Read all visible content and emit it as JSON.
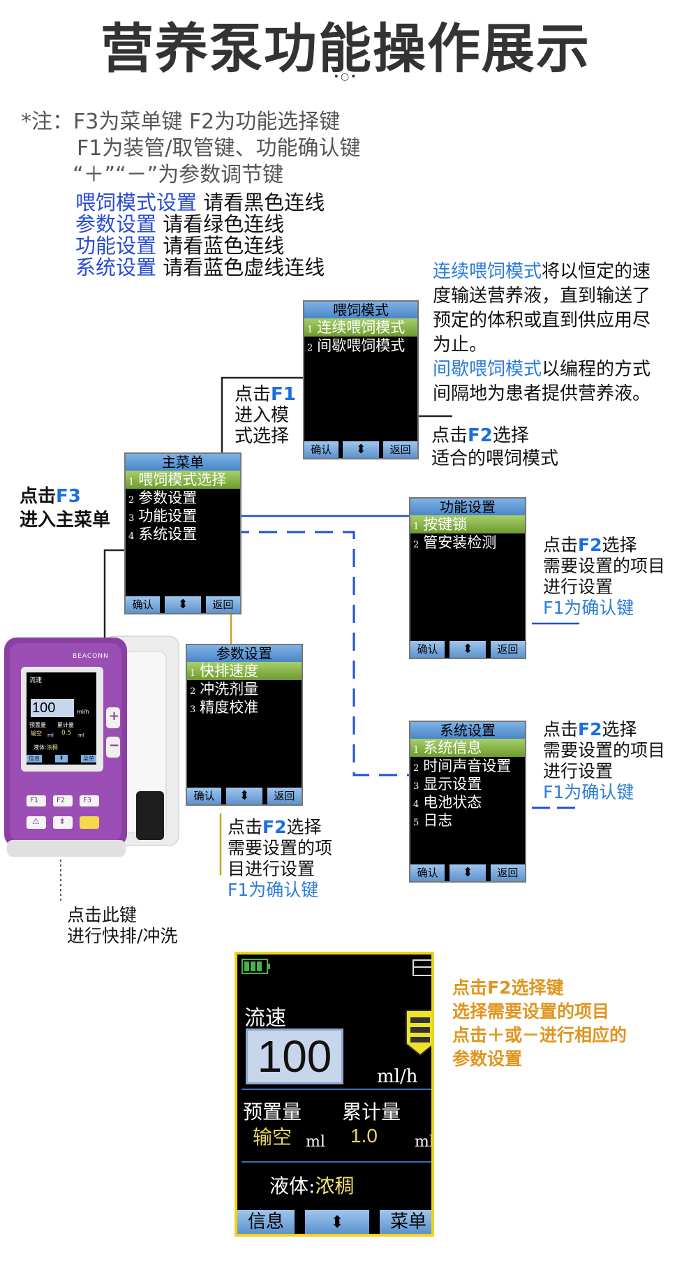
{
  "title": "营养泵功能操作展示",
  "notes": {
    "line1": "*注：F3为菜单键 F2为功能选择键",
    "line2": "F1为装管/取管键、功能确认键",
    "line3": "“＋”“－”为参数调节键"
  },
  "legend": [
    {
      "key": "喂饲模式设置",
      "desc": " 请看黑色连线"
    },
    {
      "key": "参数设置",
      "desc": " 请看绿色连线"
    },
    {
      "key": "功能设置",
      "desc": " 请看蓝色连线"
    },
    {
      "key": "系统设置",
      "desc": " 请看蓝色虚线连线"
    }
  ],
  "description": {
    "continuous_label": "连续喂饲模式",
    "continuous_text_1": "将以恒定的速",
    "continuous_text_2": "度输送营养液，直到输送了",
    "continuous_text_3": "预定的体积或直到供应用尽",
    "continuous_text_4": "为止。",
    "intermittent_label": "间歇喂饲模式",
    "intermittent_text_1": "以编程的方式",
    "intermittent_text_2": "间隔地为患者提供营养液。"
  },
  "annotations": {
    "f1_a": "点击",
    "f1_key": "F1",
    "f1_b": "进入模",
    "f1_c": "式选择",
    "f3_a": "点击",
    "f3_key": "F3",
    "f3_b": "进入主菜单",
    "f2mode_a": "点击",
    "f2mode_key": "F2",
    "f2mode_b": "选择",
    "f2mode_c": "适合的喂饲模式",
    "func_a": "点击",
    "func_key": "F2",
    "func_b": "选择",
    "func_c": "需要设置的项目",
    "func_d": "进行设置",
    "func_e": "F1为确认键",
    "sys_a": "点击",
    "sys_key": "F2",
    "sys_b": "选择",
    "sys_c": "需要设置的项目",
    "sys_d": "进行设置",
    "sys_e": "F1为确认键",
    "param_a": "点击",
    "param_key": "F2",
    "param_b": "选择",
    "param_c": "需要设置的项",
    "param_d": "目进行设置",
    "param_e": "F1为确认键",
    "flush_a": "点击此键",
    "flush_b": "进行快排/冲洗",
    "big_1": "点击F2选择键",
    "big_2": "选择需要设置的项目",
    "big_3": "点击＋或－进行相应的",
    "big_4": "参数设置"
  },
  "screens": {
    "mode": {
      "title": "喂饲模式",
      "items": [
        "连续喂饲模式",
        "间歇喂饲模式"
      ],
      "nums": [
        "1",
        "2"
      ],
      "footer": [
        "确认",
        "⬍",
        "返回"
      ]
    },
    "main": {
      "title": "主菜单",
      "items": [
        "喂饲模式选择",
        "参数设置",
        "功能设置",
        "系统设置"
      ],
      "nums": [
        "1",
        "2",
        "3",
        "4"
      ],
      "footer": [
        "确认",
        "⬍",
        "返回"
      ]
    },
    "func": {
      "title": "功能设置",
      "items": [
        "按键锁",
        "管安装检测"
      ],
      "nums": [
        "1",
        "2"
      ],
      "footer": [
        "确认",
        "⬍",
        "返回"
      ]
    },
    "param": {
      "title": "参数设置",
      "items": [
        "快排速度",
        "冲洗剂量",
        "精度校准"
      ],
      "nums": [
        "1",
        "2",
        "3"
      ],
      "footer": [
        "确认",
        "⬍",
        "返回"
      ]
    },
    "sys": {
      "title": "系统设置",
      "items": [
        "系统信息",
        "时间声音设置",
        "显示设置",
        "电池状态",
        "日志"
      ],
      "nums": [
        "1",
        "2",
        "3",
        "4",
        "5"
      ],
      "footer": [
        "确认",
        "⬍",
        "返回"
      ]
    }
  },
  "big_screen": {
    "flow_label": "流速",
    "flow_value": "100",
    "flow_unit": "ml/h",
    "preset_label": "预置量",
    "preset_value": "输空",
    "preset_unit": "ml",
    "total_label": "累计量",
    "total_value": "1.0",
    "total_unit": "ml",
    "liquid_label": "液体:",
    "liquid_value": "浓稠",
    "footer": [
      "信息",
      "⬍",
      "菜单"
    ]
  },
  "device": {
    "brand": "BEACONN",
    "flow_label": "流速",
    "flow_value": "100",
    "flow_unit": "ml/h",
    "preset_label": "预置量",
    "total_label": "累计量",
    "preset_value": "输空",
    "preset_unit": "ml",
    "total_value": "0.5",
    "total_unit": "ml",
    "liquid_label": "液体:",
    "liquid_value": "浓稠",
    "soft_keys": [
      "信息",
      "⬍",
      "菜单"
    ],
    "keys": [
      "F1",
      "F2",
      "F3"
    ],
    "plus": "+",
    "minus": "−"
  },
  "colors": {
    "blue_line": "#1f4fd6",
    "gold_line": "#c9a227",
    "highlight_blue": "#1a6fe0",
    "orange_text": "#e0951f",
    "device_purple": "#8a3fa3"
  }
}
